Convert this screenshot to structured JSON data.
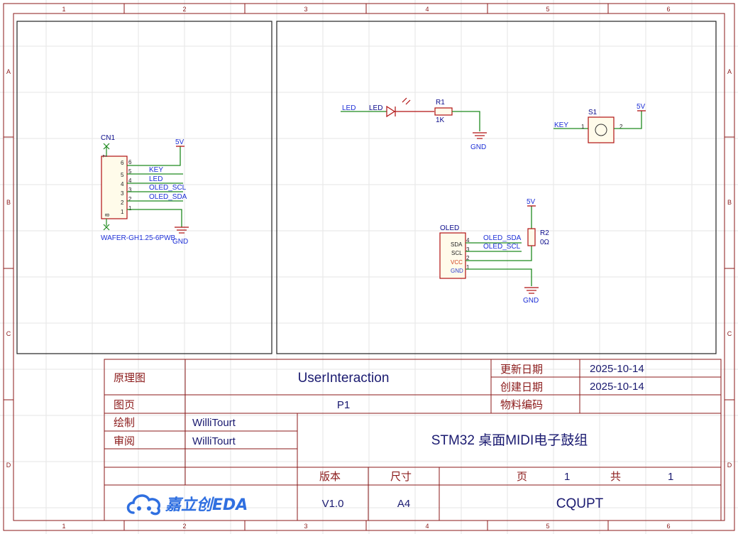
{
  "sheet": {
    "column_labels": [
      "1",
      "2",
      "3",
      "4",
      "5",
      "6"
    ],
    "row_labels": [
      "A",
      "B",
      "C",
      "D"
    ]
  },
  "connector": {
    "ref": "CN1",
    "part": "WAFER-GH1.25-6PWB",
    "pins_outer": [
      "6",
      "5",
      "4",
      "3",
      "2",
      "1"
    ],
    "pins_inner": [
      "6",
      "5",
      "4",
      "3",
      "2",
      "1"
    ],
    "mount_pins": [
      "7",
      "8"
    ],
    "nets": [
      "KEY",
      "LED",
      "OLED_SCL",
      "OLED_SDA"
    ],
    "power": "5V",
    "ground": "GND"
  },
  "led_circuit": {
    "net": "LED",
    "led_ref": "LED",
    "resistor_ref": "R1",
    "resistor_value": "1K",
    "ground": "GND"
  },
  "switch_circuit": {
    "ref": "S1",
    "net": "KEY",
    "pin1": "1",
    "pin2": "2",
    "power": "5V"
  },
  "oled_circuit": {
    "ref": "OLED",
    "pins": [
      "SDA",
      "SCL",
      "VCC",
      "GND"
    ],
    "pin_numbers": [
      "4",
      "3",
      "2",
      "1"
    ],
    "nets": [
      "OLED_SDA",
      "OLED_SCL"
    ],
    "resistor_ref": "R2",
    "resistor_value": "0Ω",
    "power": "5V",
    "ground": "GND"
  },
  "title_block": {
    "schematic_label": "原理图",
    "schematic_name": "UserInteraction",
    "page_label": "图页",
    "page_name": "P1",
    "updated_label": "更新日期",
    "updated_date": "2025-10-14",
    "created_label": "创建日期",
    "created_date": "2025-10-14",
    "material_label": "物料编码",
    "material_value": "",
    "drawn_label": "绘制",
    "drawn_by": "WilliTourt",
    "review_label": "审阅",
    "reviewed_by": "WilliTourt",
    "project": "STM32 桌面MIDI电子鼓组",
    "version_label": "版本",
    "version": "V1.0",
    "size_label": "尺寸",
    "size": "A4",
    "page_of_label": "页",
    "page_number": "1",
    "total_label": "共",
    "total_pages": "1",
    "logo_text": "嘉立创EDA",
    "company": "CQUPT"
  },
  "colors": {
    "border": "#8b1a1a",
    "wire": "#1f8a1f",
    "net_label": "#1d2fd6",
    "component": "#b01010"
  }
}
